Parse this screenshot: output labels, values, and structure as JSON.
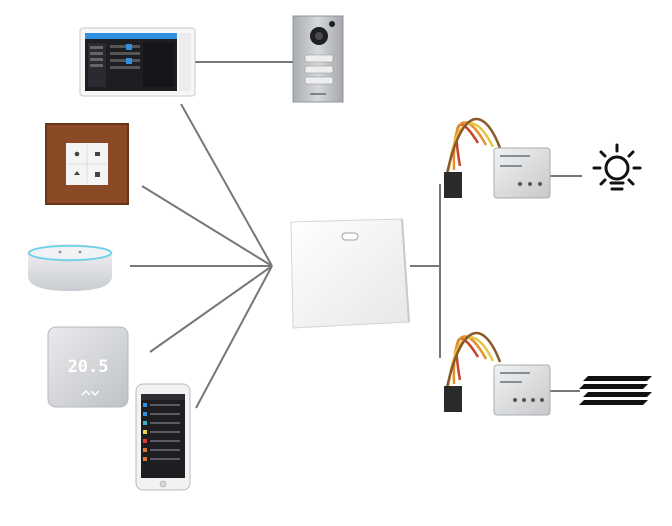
{
  "devices": {
    "touch_panel": {
      "icon": "touch-screen-panel"
    },
    "doorbell": {
      "icon": "video-doorbell-panel"
    },
    "wall_switch": {
      "icon": "wooden-wall-switch"
    },
    "smart_speaker": {
      "icon": "smart-speaker"
    },
    "thermostat": {
      "icon": "thermostat",
      "display_value": "20.5"
    },
    "smartphone": {
      "icon": "smartphone-app"
    },
    "hub": {
      "icon": "central-gateway-box"
    },
    "light_module": {
      "icon": "micro-module-light"
    },
    "shutter_module": {
      "icon": "micro-module-shutter"
    },
    "light_bulb": {
      "icon": "light-bulb-icon"
    },
    "shutter": {
      "icon": "roller-shutter-icon"
    }
  },
  "colors": {
    "line": "#777777",
    "wire_orange": "#e8902a",
    "wire_yellow": "#e7c640",
    "wire_red": "#c8432b",
    "wire_brown": "#8a5a2a",
    "wood": "#8a4a26",
    "screen_dark": "#1e1e22",
    "accent_blue": "#2f8fe0"
  }
}
